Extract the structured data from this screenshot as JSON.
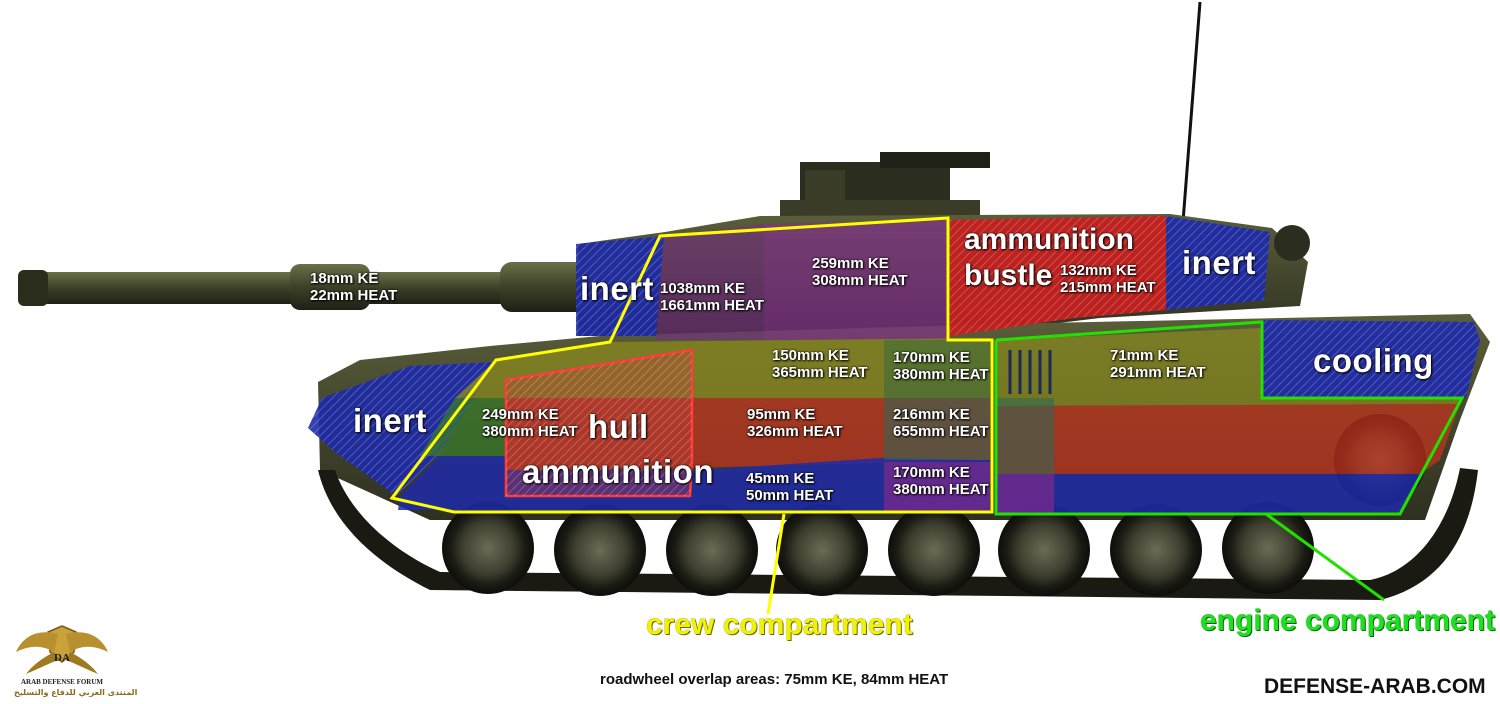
{
  "zones": {
    "inert_mantlet": "inert",
    "inert_hull_front": "inert",
    "inert_turret_rear": "inert",
    "ammunition_bustle": [
      "ammunition",
      "bustle"
    ],
    "cooling": "cooling",
    "hull_ammunition": [
      "hull",
      "ammunition"
    ]
  },
  "armor_values": {
    "gun_barrel": [
      "18mm KE",
      "22mm HEAT"
    ],
    "turret_front": [
      "1038mm KE",
      "1661mm HEAT"
    ],
    "turret_side": [
      "259mm KE",
      "308mm HEAT"
    ],
    "bustle": [
      "132mm KE",
      "215mm HEAT"
    ],
    "hull_upper_center": [
      "150mm KE",
      "365mm HEAT"
    ],
    "hull_upper_right": [
      "170mm KE",
      "380mm HEAT"
    ],
    "hull_front": [
      "249mm KE",
      "380mm HEAT"
    ],
    "hull_mid_center": [
      "95mm KE",
      "326mm HEAT"
    ],
    "hull_mid_right": [
      "216mm KE",
      "655mm HEAT"
    ],
    "hull_lower_center": [
      "45mm KE",
      "50mm HEAT"
    ],
    "hull_lower_right": [
      "170mm KE",
      "380mm HEAT"
    ],
    "engine_side": [
      "71mm KE",
      "291mm HEAT"
    ]
  },
  "captions": {
    "crew": "crew compartment",
    "engine": "engine compartment"
  },
  "footer": {
    "note": "roadwheel overlap areas: 75mm KE, 84mm HEAT",
    "site": "DEFENSE-ARAB.COM"
  },
  "logo": {
    "initials": "DA",
    "name": "ARAB DEFENSE FORUM",
    "arabic": "المنتدى العربي للدفاع والتسليح"
  },
  "colors": {
    "blue_zone": "#1e2aa8",
    "red_zone": "#c81e1e",
    "purple_zone": "#7a2a8c",
    "olive_zone": "#8a8a1e",
    "crew_outline": "#ffff00",
    "engine_outline": "#22e000",
    "crew_text": "#f2f200",
    "engine_text": "#1ee01e"
  }
}
